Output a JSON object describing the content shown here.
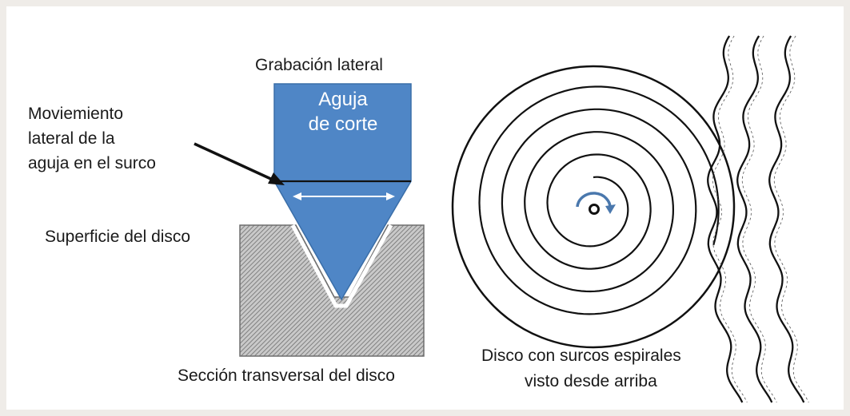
{
  "labels": {
    "top": "Grabación lateral",
    "needle_line1": "Aguja",
    "needle_line2": "de corte",
    "movement_line1": "Moviemiento",
    "movement_line2": "lateral de la",
    "movement_line3": "aguja en el surco",
    "surface": "Superficie del disco",
    "section": "Sección transversal del disco",
    "spiral_line1": "Disco con surcos espirales",
    "spiral_line2": "visto desde arriba"
  },
  "colors": {
    "needle": "#4f86c6",
    "needle_edge": "#3a6ea8",
    "hatch": "#7d7d7d",
    "frame_bg": "#efece8",
    "ink": "#111111"
  },
  "icons": {
    "rotation": "clockwise-rotation-arrow-icon"
  }
}
